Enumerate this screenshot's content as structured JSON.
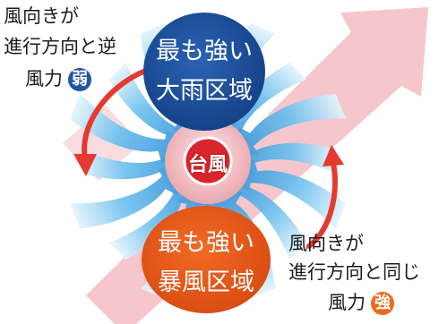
{
  "top_circle": {
    "line1": "最も強い",
    "line2": "大雨区域"
  },
  "bottom_circle": {
    "line1": "最も強い",
    "line2": "暴風区域"
  },
  "center": {
    "label": "台風"
  },
  "left_note": {
    "line1": "風向きが",
    "line2": "進行方向と逆",
    "strength_label": "風力",
    "strength_badge": "弱"
  },
  "right_note": {
    "line1": "風向きが",
    "line2": "進行方向と同じ",
    "strength_label": "風力",
    "strength_badge": "強"
  },
  "colors": {
    "blue_circle": "#1e4f9c",
    "orange_circle": "#e8591c",
    "center_red": "#d9252b",
    "red_arrow": "#e53a2f",
    "pink_arrow": "#f3b8c0",
    "wind_blue": "#3f9fdc",
    "weak_badge": "#2156a5",
    "strong_badge": "#ee6a1c"
  }
}
